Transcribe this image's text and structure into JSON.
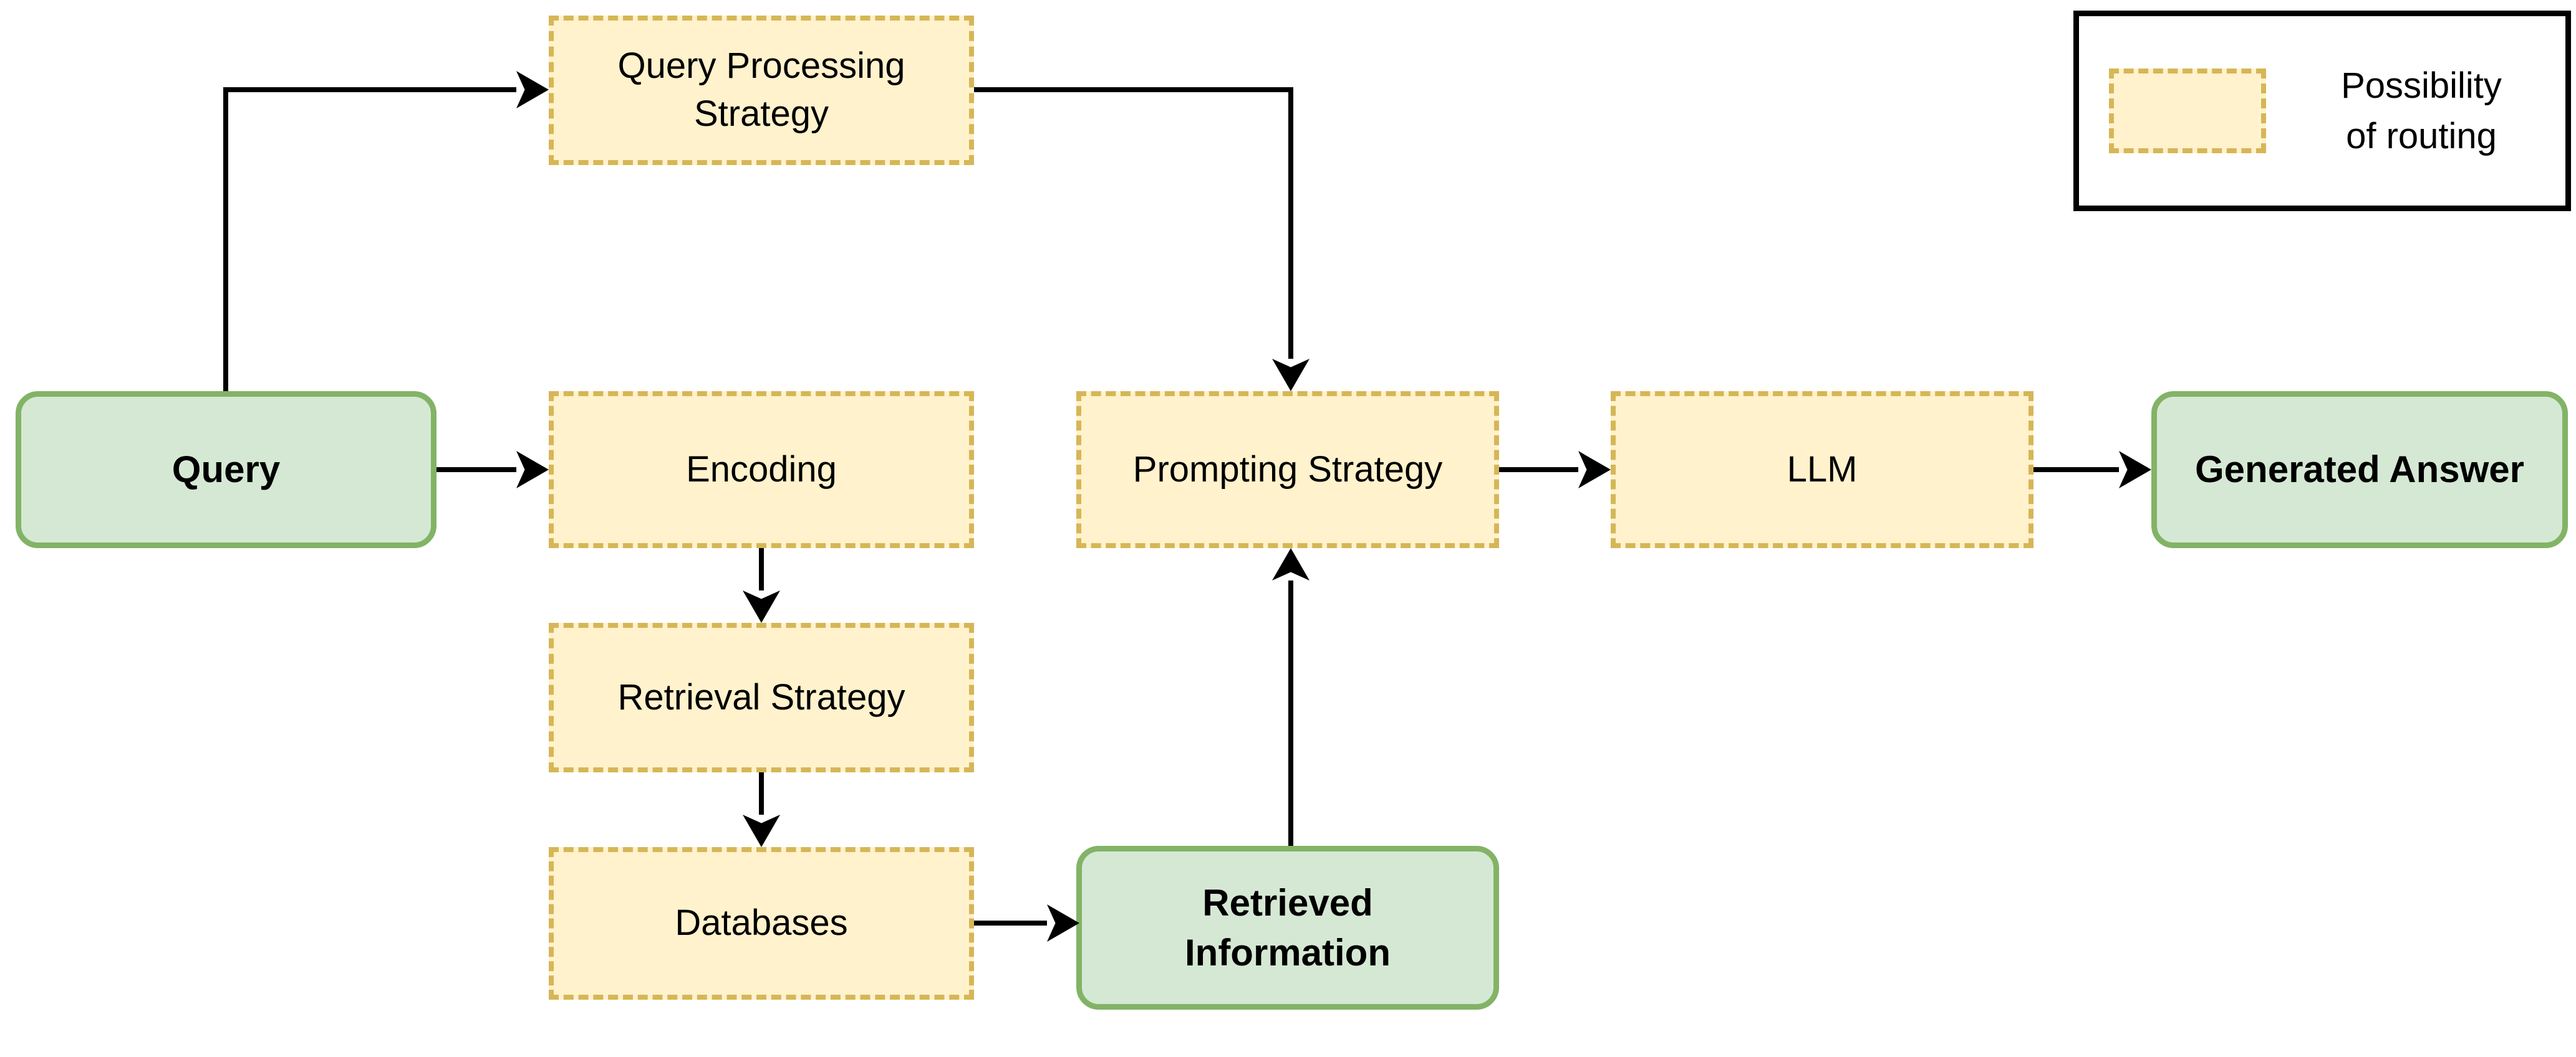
{
  "diagram": {
    "title": "RAG pipeline routing diagram",
    "colors": {
      "routing_fill": "#FFF2CC",
      "routing_border": "#D6B656",
      "io_fill": "#D5E8D4",
      "io_border": "#82B366",
      "arrow": "#000000",
      "legend_border": "#000000",
      "text": "#000000",
      "background": "#FFFFFF"
    },
    "nodes": {
      "query": {
        "lines": [
          "Query"
        ],
        "style": "terminal-green",
        "bold": true
      },
      "query_processing_strategy": {
        "lines": [
          "Query Processing",
          "Strategy"
        ],
        "style": "routing-yellow-dashed",
        "bold": false
      },
      "encoding": {
        "lines": [
          "Encoding"
        ],
        "style": "routing-yellow-dashed",
        "bold": false
      },
      "prompting_strategy": {
        "lines": [
          "Prompting Strategy"
        ],
        "style": "routing-yellow-dashed",
        "bold": false
      },
      "llm": {
        "lines": [
          "LLM"
        ],
        "style": "routing-yellow-dashed",
        "bold": false
      },
      "generated_answer": {
        "lines": [
          "Generated Answer"
        ],
        "style": "terminal-green",
        "bold": true
      },
      "retrieval_strategy": {
        "lines": [
          "Retrieval Strategy"
        ],
        "style": "routing-yellow-dashed",
        "bold": false
      },
      "databases": {
        "lines": [
          "Databases"
        ],
        "style": "routing-yellow-dashed",
        "bold": false
      },
      "retrieved_information": {
        "lines": [
          "Retrieved",
          "Information"
        ],
        "style": "terminal-green",
        "bold": true
      }
    },
    "edges": [
      {
        "from": "query",
        "to": "query_processing_strategy"
      },
      {
        "from": "query",
        "to": "encoding"
      },
      {
        "from": "query_processing_strategy",
        "to": "prompting_strategy"
      },
      {
        "from": "encoding",
        "to": "retrieval_strategy"
      },
      {
        "from": "retrieval_strategy",
        "to": "databases"
      },
      {
        "from": "databases",
        "to": "retrieved_information"
      },
      {
        "from": "retrieved_information",
        "to": "prompting_strategy"
      },
      {
        "from": "prompting_strategy",
        "to": "llm"
      },
      {
        "from": "llm",
        "to": "generated_answer"
      }
    ],
    "legend": {
      "lines": [
        "Possibility",
        "of routing"
      ],
      "swatch_style": "routing-yellow-dashed"
    }
  }
}
